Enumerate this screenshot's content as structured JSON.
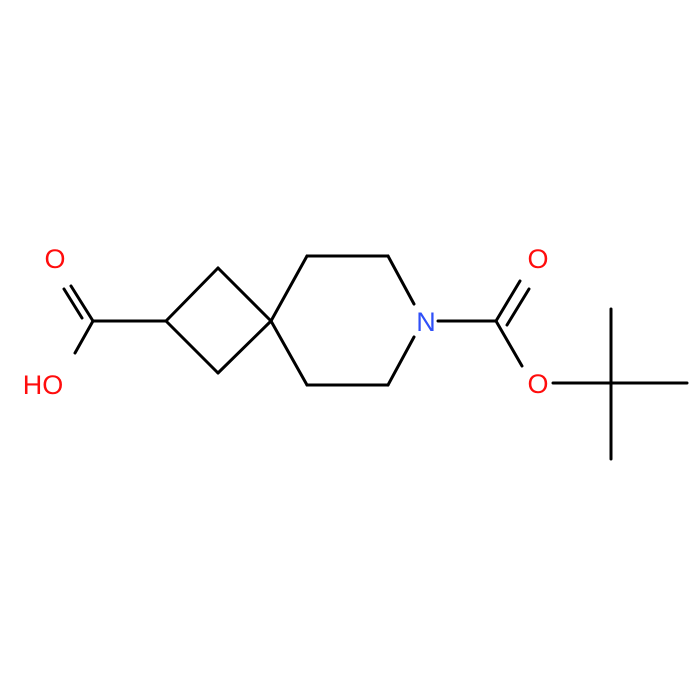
{
  "molecule": {
    "atoms": {
      "carbonyl_oxygen_left": "O",
      "hydroxyl_oxygen": "HO",
      "ring_nitrogen": "N",
      "carbonyl_oxygen_right": "O",
      "ester_oxygen": "O"
    },
    "colors": {
      "bond": "#000000",
      "oxygen": "#ff0d0d",
      "nitrogen": "#3050f8",
      "background": "#ffffff"
    }
  }
}
